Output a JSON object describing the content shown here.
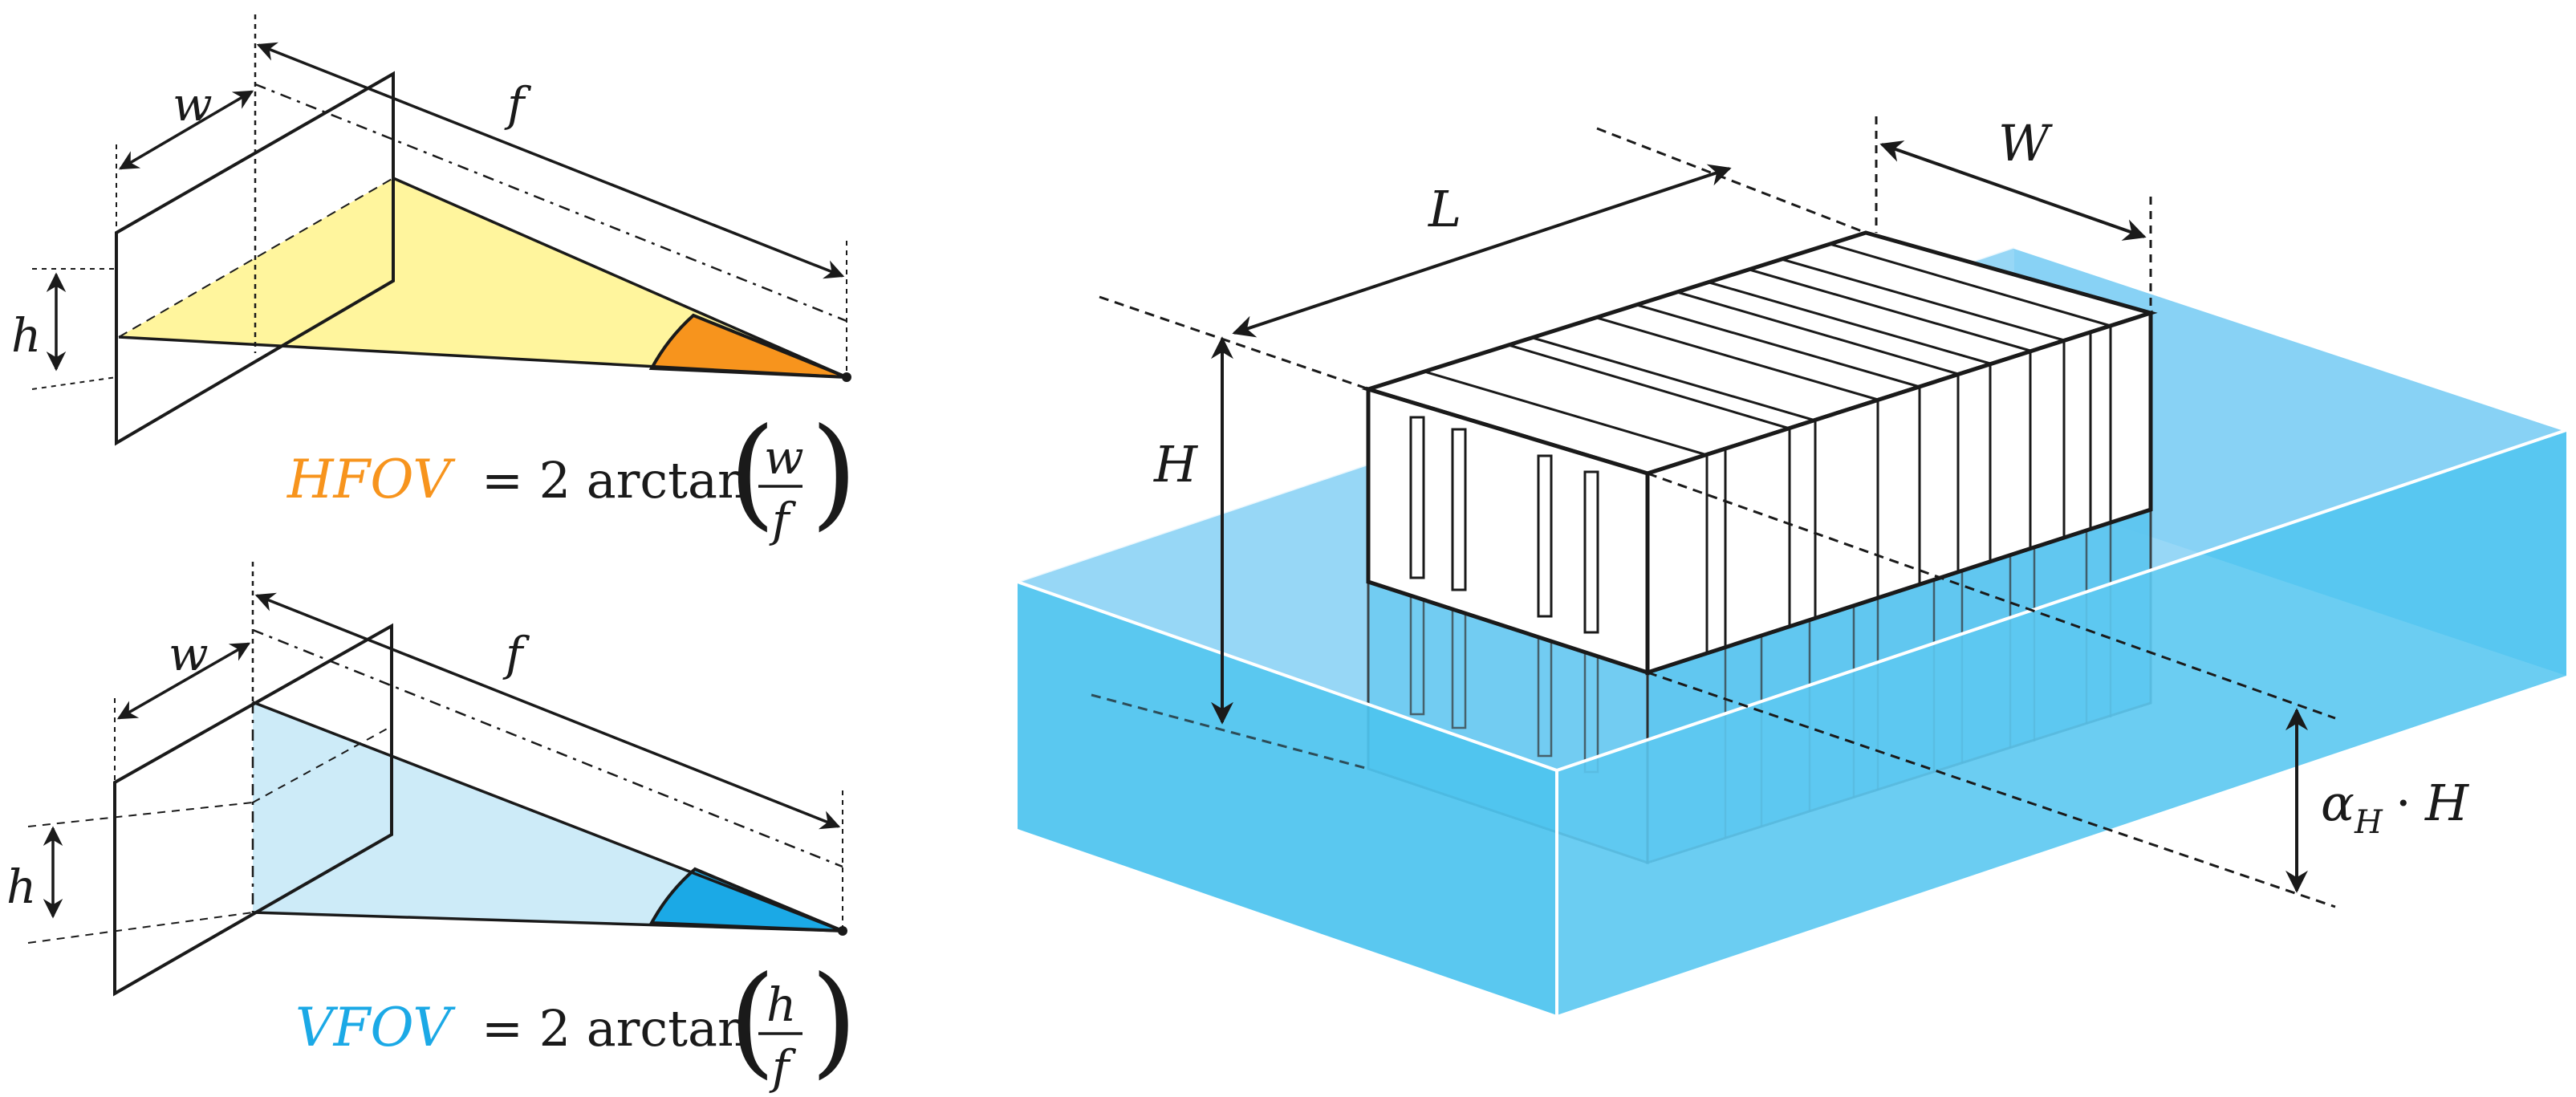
{
  "colors": {
    "hfov": "#F7941D",
    "vfov": "#1BA9E6",
    "horizontal_plane": "#FFF59D",
    "vertical_plane": "#CDEBF8",
    "water_light": "#8ED4F5",
    "water_dark": "#4CC3EF",
    "water_right": "#39BCEE"
  },
  "labels": {
    "w": "w",
    "f": "f",
    "h": "h",
    "L": "L",
    "W": "W",
    "H": "H",
    "alpha": "α",
    "alpha_sub": "H",
    "cdot": "·",
    "alpha_H": "H"
  },
  "formulas": {
    "hfov": {
      "lhs": "HFOV",
      "eq": "= 2 arctan",
      "num": "w",
      "den": "f"
    },
    "vfov": {
      "lhs": "VFOV",
      "eq": "= 2 arctan",
      "num": "h",
      "den": "f"
    }
  }
}
